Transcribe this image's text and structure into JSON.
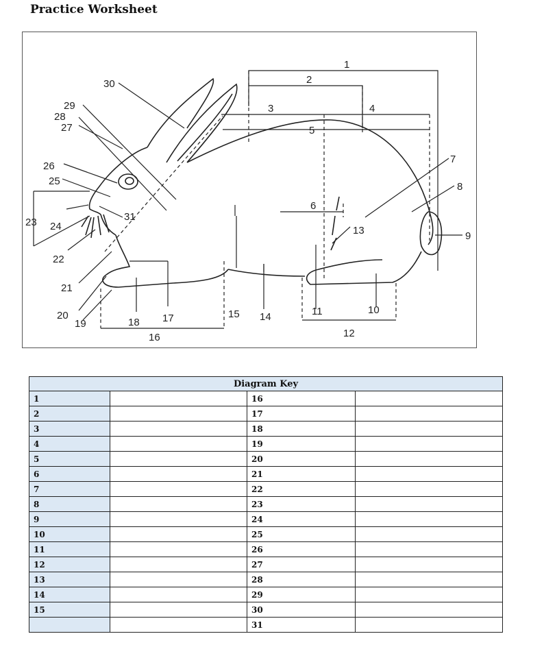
{
  "title": "Practice Worksheet",
  "diagram": {
    "labels": [
      "1",
      "2",
      "3",
      "4",
      "5",
      "6",
      "7",
      "8",
      "9",
      "10",
      "11",
      "12",
      "13",
      "14",
      "15",
      "16",
      "17",
      "18",
      "19",
      "20",
      "21",
      "22",
      "23",
      "24",
      "25",
      "26",
      "27",
      "28",
      "29",
      "30",
      "31"
    ]
  },
  "key": {
    "heading": "Diagram Key",
    "left": [
      "1",
      "2",
      "3",
      "4",
      "5",
      "6",
      "7",
      "8",
      "9",
      "10",
      "11",
      "12",
      "13",
      "14",
      "15",
      ""
    ],
    "right": [
      "16",
      "17",
      "18",
      "19",
      "20",
      "21",
      "22",
      "23",
      "24",
      "25",
      "26",
      "27",
      "28",
      "29",
      "30",
      "31"
    ]
  }
}
